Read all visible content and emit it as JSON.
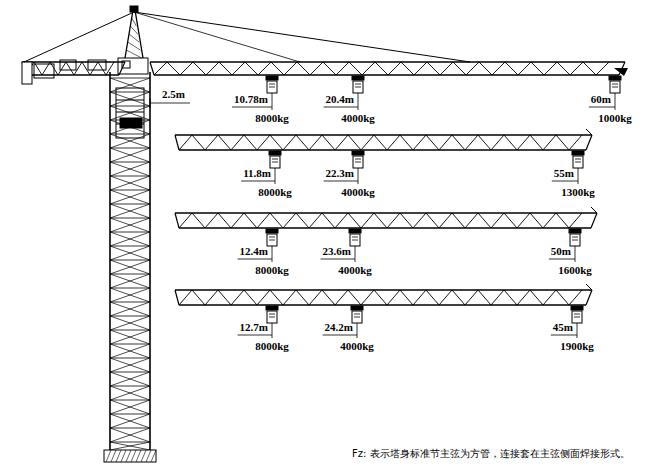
{
  "diagram": {
    "labels": [
      "2.5m",
      "10.78m",
      "20.4m",
      "60m",
      "8000kg",
      "4000kg",
      "1000kg",
      "11.8m",
      "22.3m",
      "55m",
      "8000kg",
      "4000kg",
      "1300kg",
      "12.4m",
      "23.6m",
      "50m",
      "8000kg",
      "4000kg",
      "1600kg",
      "12.7m",
      "24.2m",
      "45m",
      "8000kg",
      "4000kg",
      "1900kg",
      "Fz: 表示塔身标准节主弦为方管，连接套在主弦侧面焊接形式。"
    ]
  }
}
